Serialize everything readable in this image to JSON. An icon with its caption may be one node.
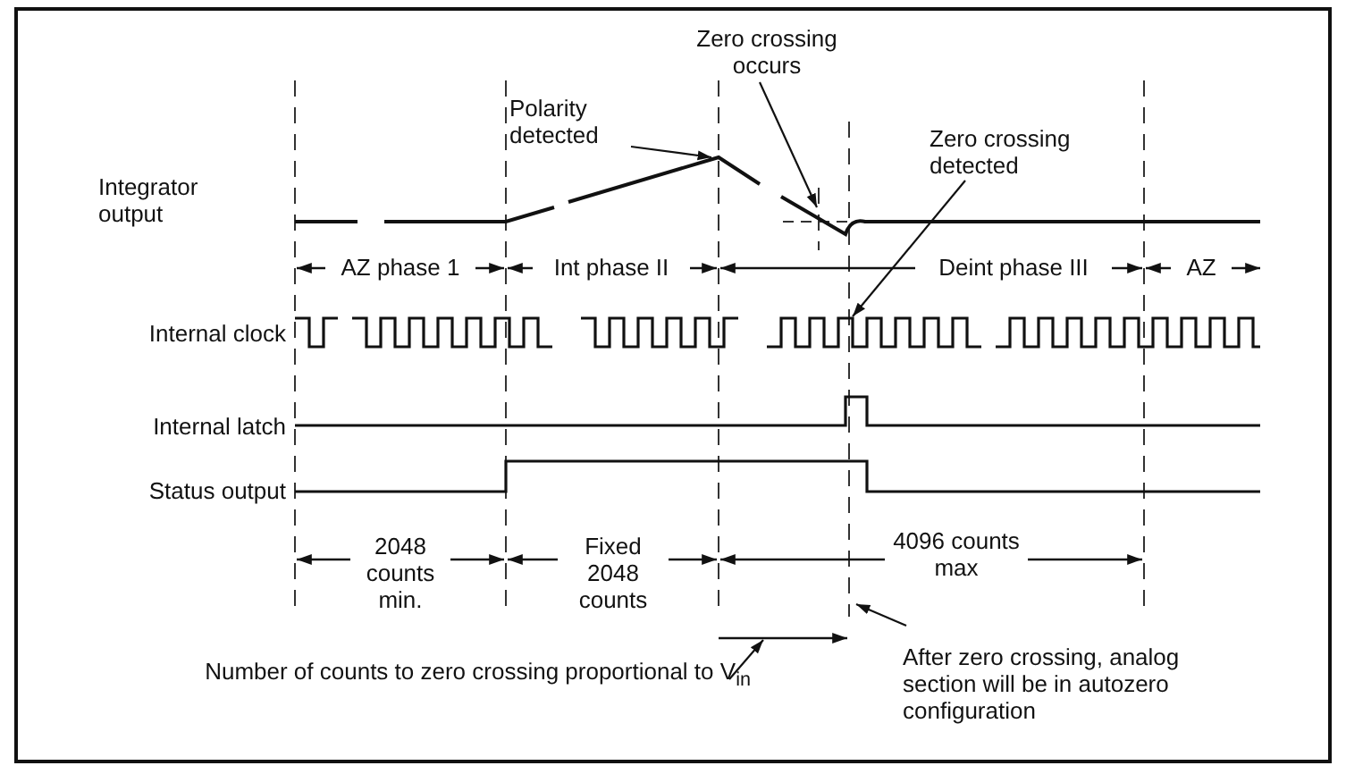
{
  "diagram": {
    "nodes": [
      {
        "text": [
          "Polarity detected"
        ]
      },
      {
        "text": [
          "Zero crossing occurs"
        ]
      },
      {
        "text": [
          "Zero crossing detected"
        ]
      },
      {
        "text": [
          "Number of counts to zero crossing proportional to V$_{in}$"
        ]
      },
      {
        "text": [
          "After zero crossing, analog section will be in autozero configuration"
        ]
      },
      {
        "text": [],
        "shape": "line"
      },
      {
        "text": [],
        "shape": "line",
        "beside": [
          "Internal clock"
        ]
      }
    ],
    "edges": [
      {
        "from": 0,
        "to": 5,
        "arrow": "to"
      },
      {
        "from": 1,
        "to": 5,
        "arrow": "to"
      },
      {
        "from": 2,
        "to": 6,
        "arrow": "to"
      },
      {
        "from": 3,
        "to": null,
        "arrow": "to"
      },
      {
        "from": 4,
        "to": null,
        "arrow": "to"
      }
    ],
    "labels": [
      "Integrator output",
      "AZ phase 1",
      "Int phase II",
      "Deint phase III",
      "AZ",
      "Internal latch",
      "Status output",
      "2048 counts min.",
      "Fixed 2048 counts",
      "4096 counts max"
    ]
  }
}
